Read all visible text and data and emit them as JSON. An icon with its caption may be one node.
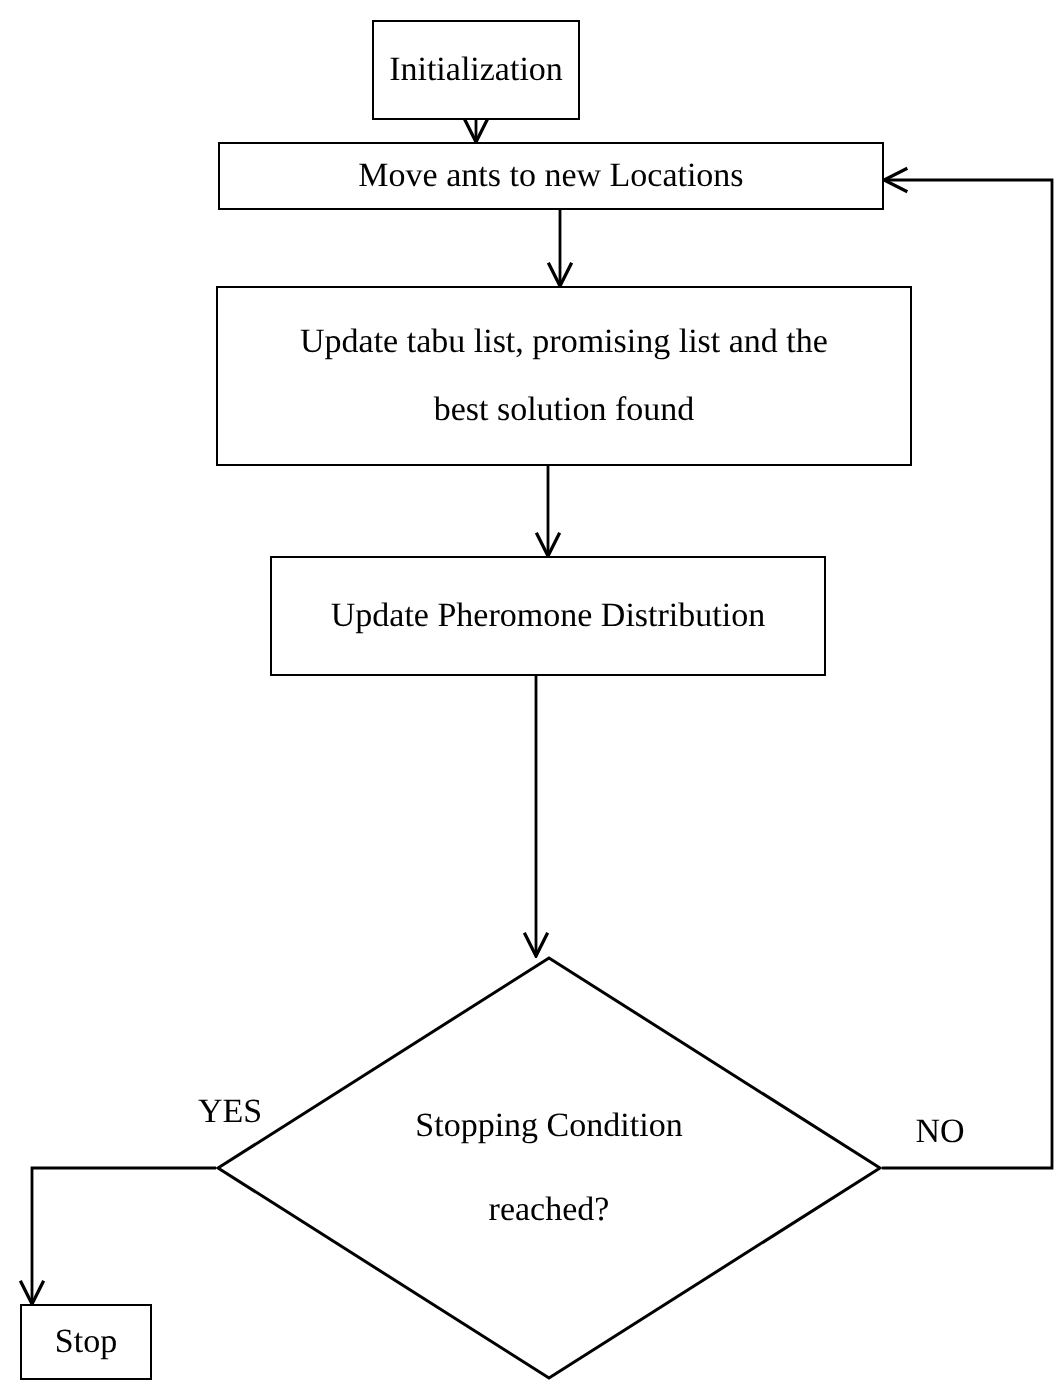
{
  "diagram": {
    "nodes": [
      {
        "text": [
          "Initialization"
        ]
      },
      {
        "text": [
          "Move ants to new Locations"
        ]
      },
      {
        "text": [
          "Update tabu list, promising list and the best solution found"
        ]
      },
      {
        "text": [
          "Update Pheromone Distribution"
        ]
      },
      {
        "text": [
          "Stopping Condition reached?"
        ]
      },
      {
        "text": [
          "Stop"
        ]
      }
    ],
    "edges": [
      {
        "from": 0,
        "to": 1,
        "arrow": "to"
      },
      {
        "from": 1,
        "to": 2,
        "arrow": "to"
      },
      {
        "from": 2,
        "to": 3,
        "arrow": "to"
      },
      {
        "from": 3,
        "to": 4,
        "arrow": "to"
      },
      {
        "from": 4,
        "to": 5,
        "arrow": "to",
        "label": "YES"
      },
      {
        "from": 4,
        "to": 1,
        "arrow": "to",
        "label": "NO"
      }
    ]
  }
}
